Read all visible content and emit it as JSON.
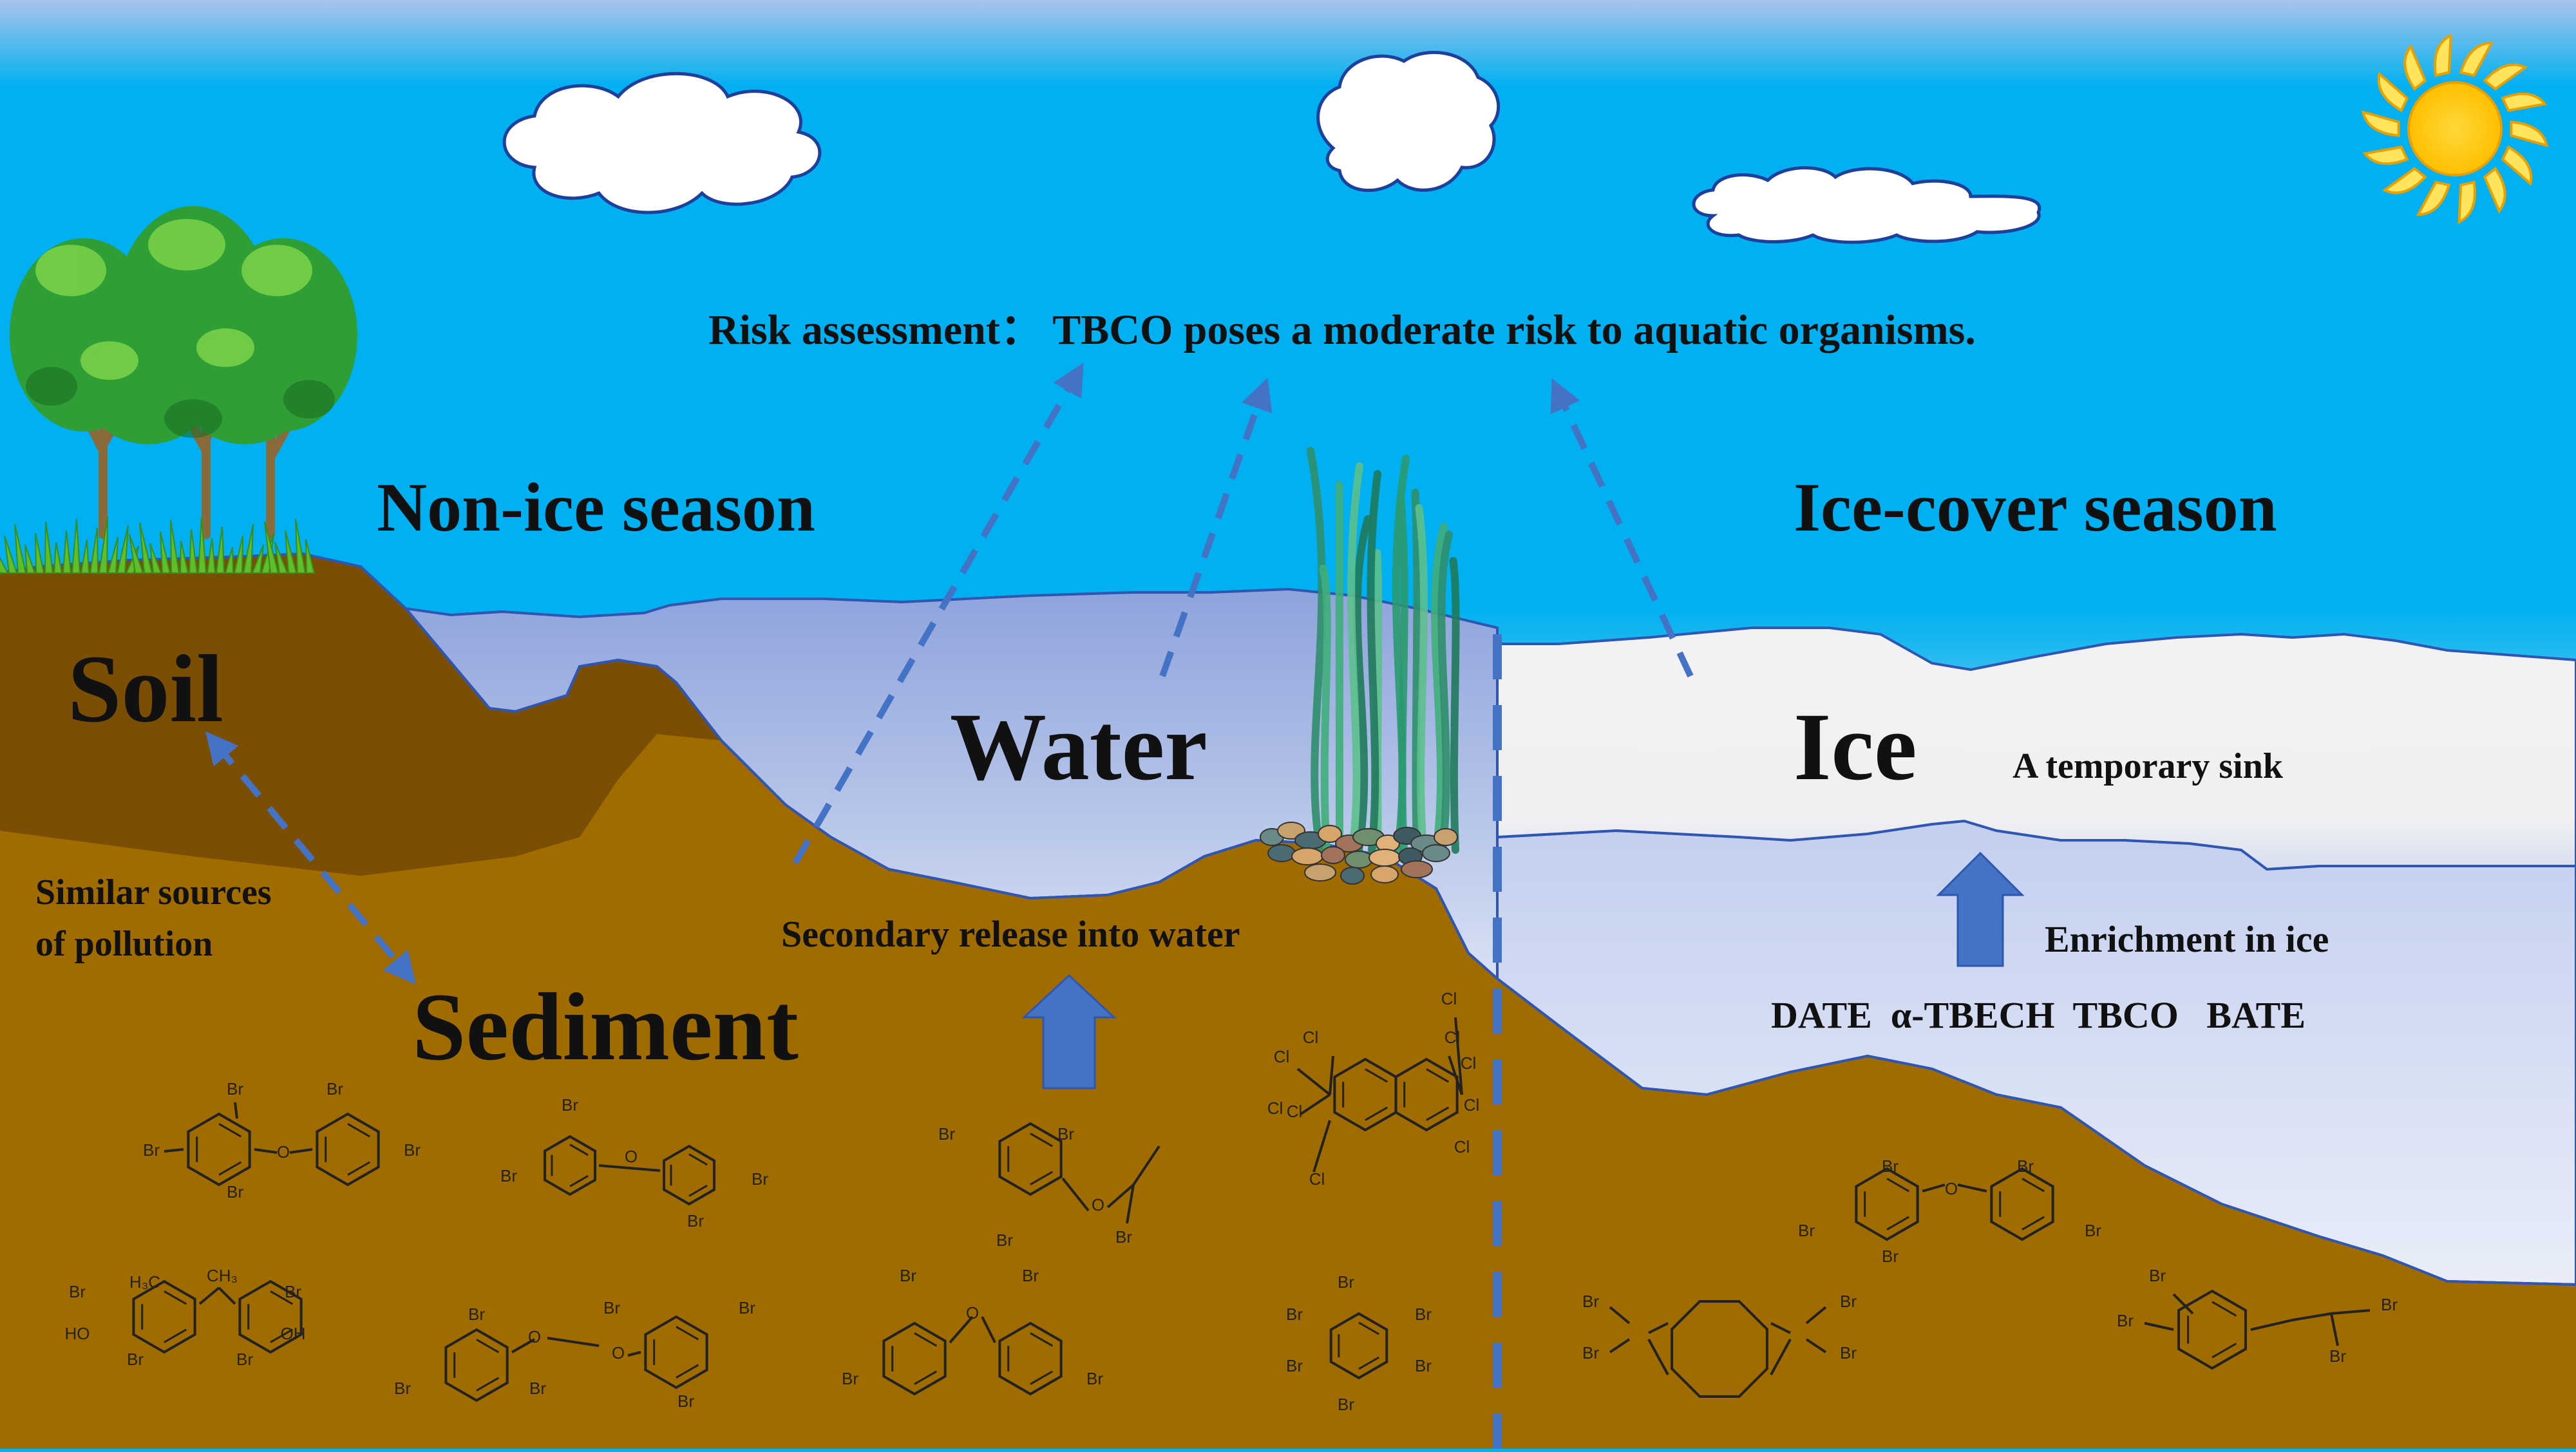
{
  "diagram": {
    "title": "Risk assessment： TBCO poses a moderate risk to aquatic organisms.",
    "seasons": {
      "left": "Non-ice season",
      "right": "Ice-cover season"
    },
    "compartments": {
      "soil": "Soil",
      "sediment": "Sediment",
      "water": "Water",
      "ice": "Ice"
    },
    "annotations": {
      "temporary_sink": "A temporary sink",
      "similar_sources_line1": "Similar sources",
      "similar_sources_line2": "of pollution",
      "secondary_release": "Secondary release into water",
      "enrichment": "Enrichment in ice",
      "compounds": "DATE  α-TBECH  TBCO   BATE"
    },
    "chem_atoms": {
      "br": "Br",
      "cl": "Cl",
      "ho": "HO",
      "oh": "OH",
      "o": "O",
      "h3c": "H₃C",
      "ch3": "CH₃"
    },
    "colors": {
      "sky": "#00b0f0",
      "soil": "#7a4e05",
      "sediment": "#a06c00",
      "water": "#a9b8e2",
      "ice": "#f0f0f0",
      "arrow": "#4472c4",
      "grass": "#5fbf2a",
      "tree": "#2e9e35",
      "sun": "#ffc800"
    },
    "icons": [
      "cloud-icon",
      "sun-icon",
      "tree-icon",
      "seaweed-icon",
      "pebbles-icon",
      "up-arrow-icon"
    ]
  }
}
